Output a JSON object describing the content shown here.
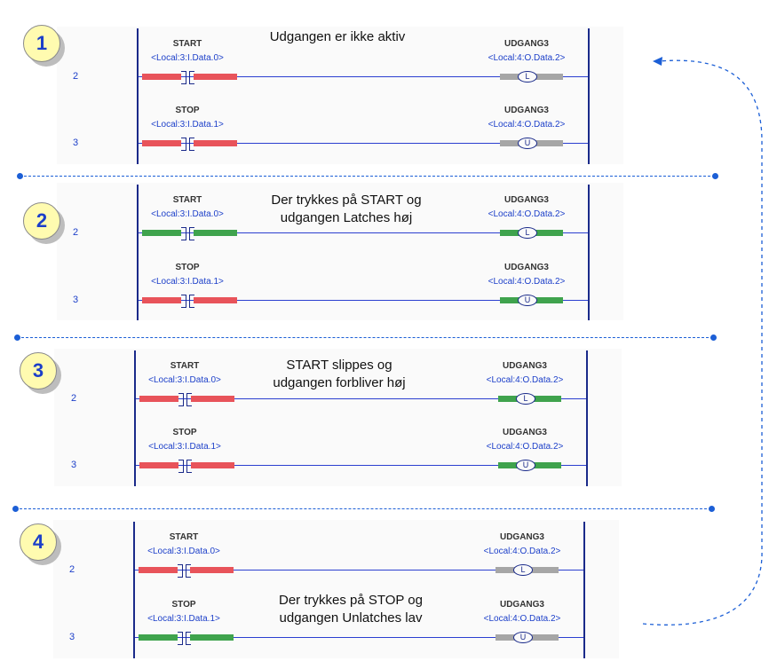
{
  "colors": {
    "energized": "#e8535a",
    "active": "#3fa34d",
    "inactive": "#a6a6a6",
    "rung_line": "#2b3fd0",
    "accent_blue": "#1c3fc9"
  },
  "steps": [
    {
      "badge": "1",
      "caption": "Udgangen er ikke aktiv",
      "rungs": [
        {
          "number": "2",
          "input_tag": "START",
          "input_addr": "<Local:3:I.Data.0>",
          "output_tag": "UDGANG3",
          "output_addr": "<Local:4:O.Data.2>",
          "coil": "L",
          "input_color": "energized",
          "output_color": "inactive"
        },
        {
          "number": "3",
          "input_tag": "STOP",
          "input_addr": "<Local:3:I.Data.1>",
          "output_tag": "UDGANG3",
          "output_addr": "<Local:4:O.Data.2>",
          "coil": "U",
          "input_color": "energized",
          "output_color": "inactive"
        }
      ]
    },
    {
      "badge": "2",
      "caption": "Der trykkes på START og\nudgangen Latches høj",
      "rungs": [
        {
          "number": "2",
          "input_tag": "START",
          "input_addr": "<Local:3:I.Data.0>",
          "output_tag": "UDGANG3",
          "output_addr": "<Local:4:O.Data.2>",
          "coil": "L",
          "input_color": "active",
          "output_color": "active"
        },
        {
          "number": "3",
          "input_tag": "STOP",
          "input_addr": "<Local:3:I.Data.1>",
          "output_tag": "UDGANG3",
          "output_addr": "<Local:4:O.Data.2>",
          "coil": "U",
          "input_color": "energized",
          "output_color": "active"
        }
      ]
    },
    {
      "badge": "3",
      "caption": "START slippes og\nudgangen forbliver høj",
      "rungs": [
        {
          "number": "2",
          "input_tag": "START",
          "input_addr": "<Local:3:I.Data.0>",
          "output_tag": "UDGANG3",
          "output_addr": "<Local:4:O.Data.2>",
          "coil": "L",
          "input_color": "energized",
          "output_color": "active"
        },
        {
          "number": "3",
          "input_tag": "STOP",
          "input_addr": "<Local:3:I.Data.1>",
          "output_tag": "UDGANG3",
          "output_addr": "<Local:4:O.Data.2>",
          "coil": "U",
          "input_color": "energized",
          "output_color": "active"
        }
      ]
    },
    {
      "badge": "4",
      "caption": "Der trykkes på STOP og\nudgangen Unlatches lav",
      "rungs": [
        {
          "number": "2",
          "input_tag": "START",
          "input_addr": "<Local:3:I.Data.0>",
          "output_tag": "UDGANG3",
          "output_addr": "<Local:4:O.Data.2>",
          "coil": "L",
          "input_color": "energized",
          "output_color": "inactive"
        },
        {
          "number": "3",
          "input_tag": "STOP",
          "input_addr": "<Local:3:I.Data.1>",
          "output_tag": "UDGANG3",
          "output_addr": "<Local:4:O.Data.2>",
          "coil": "U",
          "input_color": "active",
          "output_color": "inactive"
        }
      ]
    }
  ]
}
